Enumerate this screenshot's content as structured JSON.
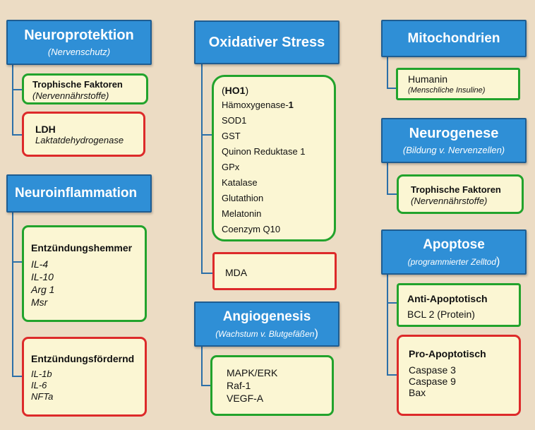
{
  "neuroprotektion": {
    "title": "Neuroprotektion",
    "subtitle": "(Nervenschutz)",
    "box1": {
      "title": "Trophische Faktoren",
      "sub": "(Nervennährstoffe)"
    },
    "box2": {
      "title": "LDH",
      "sub": "Laktatdehydrogenase"
    }
  },
  "neuroinflammation": {
    "title": "Neuroinflammation",
    "box1": {
      "title": "Entzündungshemmer",
      "items": [
        "IL-4",
        "IL-10",
        "Arg 1",
        "Msr"
      ]
    },
    "box2": {
      "title": "Entzündungsfördernd",
      "items": [
        "IL-1b",
        "IL-6",
        "NFTa"
      ]
    }
  },
  "oxidativer_stress": {
    "title": "Oxidativer Stress",
    "ho1_open": "(",
    "ho1": "HO1",
    "ho1_close": ")",
    "haemox_prefix": "Hämoxygenase-",
    "haemox_num": "1",
    "items": [
      "SOD1",
      "GST",
      "Quinon Reduktase 1",
      "GPx",
      "Katalase",
      "Glutathion",
      "Melatonin",
      "Coenzym Q10"
    ],
    "mda": "MDA"
  },
  "angiogenesis": {
    "title": "Angiogenesis",
    "subtitle": "(Wachstum v. Blutgefäßen",
    "subtitle_close": ")",
    "items": [
      "MAPK/ERK",
      "Raf-1",
      "VEGF-A"
    ]
  },
  "mitochondrien": {
    "title": "Mitochondrien",
    "box": {
      "title": "Humanin",
      "sub": "(Menschliche Insuline)"
    }
  },
  "neurogenese": {
    "title": "Neurogenese",
    "subtitle": "(Bildung v. Nervenzellen)",
    "box": {
      "title": "Trophische Faktoren",
      "sub": "(Nervennährstoffe)"
    }
  },
  "apoptose": {
    "title": "Apoptose",
    "subtitle": "(programmierter Zelltod",
    "subtitle_close": ")",
    "box1": {
      "title": "Anti-Apoptotisch",
      "text": "BCL 2 (Protein)"
    },
    "box2": {
      "title": "Pro-Apoptotisch",
      "items": [
        "Caspase 3",
        "Caspase 9",
        "Bax"
      ]
    }
  },
  "colors": {
    "header_blue": "#2f8fd6",
    "green_border": "#22a32c",
    "red_border": "#dd2a2a",
    "box_fill": "#fbf6d3",
    "background": "#ecdcc4"
  }
}
